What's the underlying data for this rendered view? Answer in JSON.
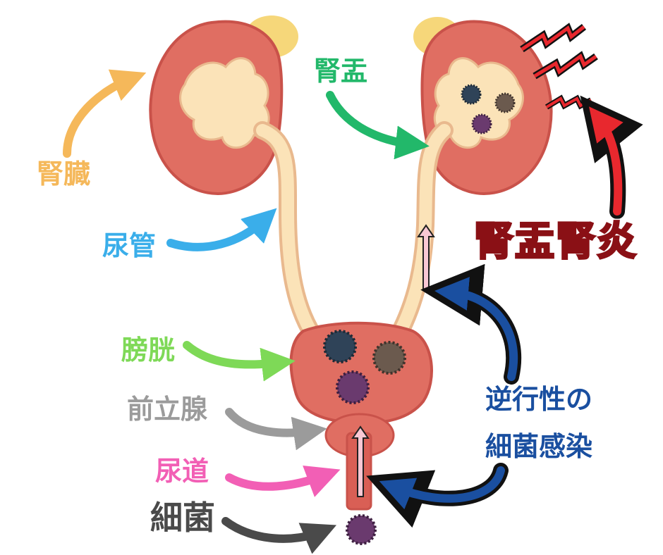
{
  "labels": {
    "kidney": "腎臓",
    "ureter": "尿管",
    "renal_pelvis": "腎盂",
    "bladder": "膀胱",
    "prostate": "前立腺",
    "urethra": "尿道",
    "bacteria": "細菌",
    "disease": "腎盂腎炎",
    "retrograde_line1": "逆行性の",
    "retrograde_line2": "細菌感染"
  },
  "colors": {
    "kidney": "#f5b85a",
    "ureter": "#3aaeea",
    "renal_pelvis": "#22b86a",
    "bladder": "#7ed957",
    "prostate": "#9b9b9b",
    "urethra": "#f25fb5",
    "bacteria": "#4a4a4a",
    "disease": "#e8282e",
    "retrograde": "#1a4fa0",
    "organ_red": "#e06e62",
    "organ_dark": "#c9524a",
    "organ_inner": "#fbe3b8",
    "fat": "#f6d77a",
    "germ_navy": "#2f4358",
    "germ_brown": "#6b5a4e",
    "germ_purple": "#6a3a6e"
  },
  "icons": [
    "bacteria-icon",
    "pain-zigzag-icon",
    "arrow-icon"
  ]
}
